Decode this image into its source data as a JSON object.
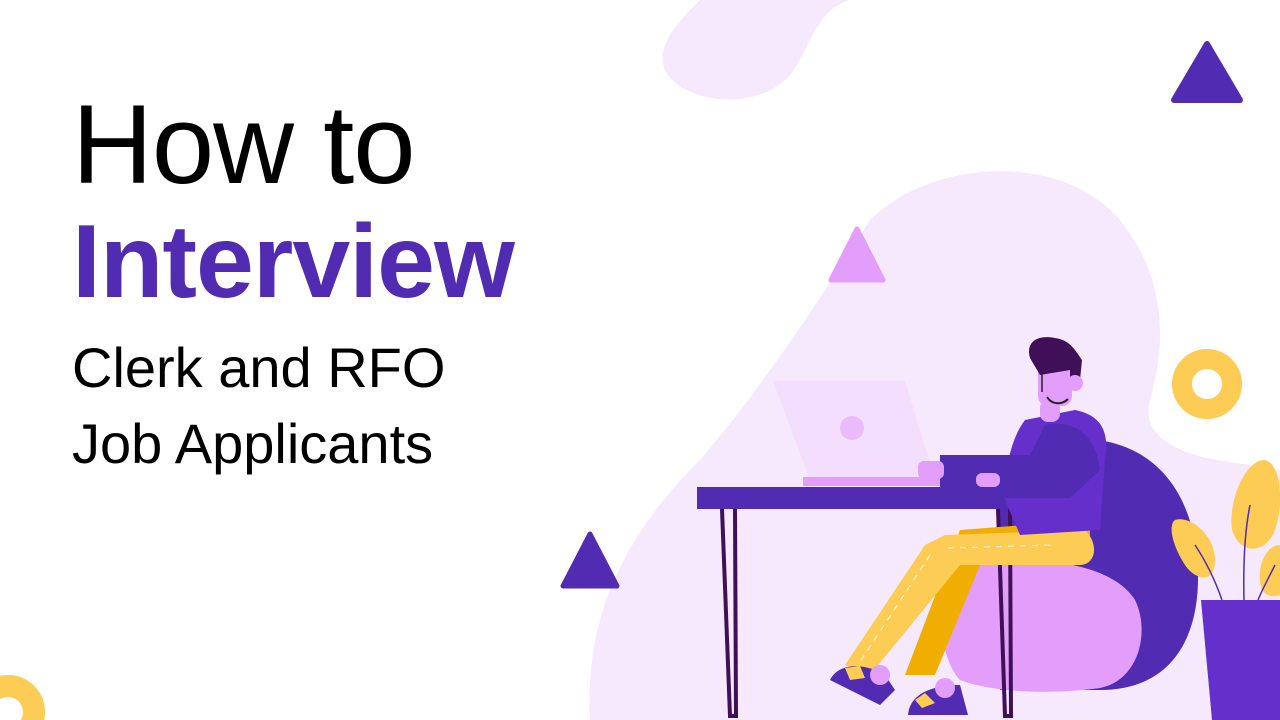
{
  "title": {
    "line1": "How to",
    "line2": "Interview",
    "line3": "Clerk and RFO",
    "line4": "Job Applicants"
  },
  "colors": {
    "accent_purple": "#512bb2",
    "light_purple_blob": "#f6e8fd",
    "pink": "#e39efb",
    "yellow": "#fccc55",
    "dark_yellow": "#f0ae00",
    "dark_hair": "#3f1058",
    "shirt_purple": "#642fca"
  },
  "illustration": {
    "description": "Person sitting on a beanbag working at a laptop on a desk, with a potted plant and decorative shapes"
  }
}
